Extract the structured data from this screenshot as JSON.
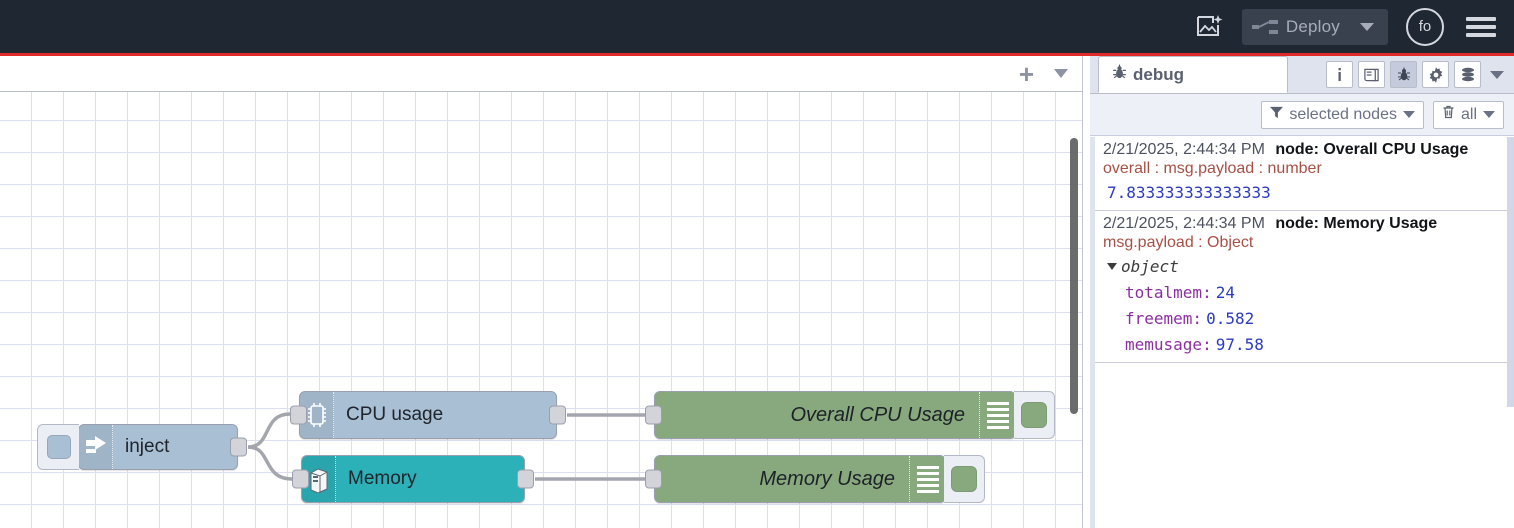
{
  "header": {
    "magic_icon": "image-sparkle-icon",
    "deploy_label": "Deploy",
    "deploy_icon": "deploy-node-icon",
    "avatar_initials": "fo",
    "menu_icon": "hamburger-menu-icon",
    "accent_color": "#e02a2a",
    "background_color": "#1f2733"
  },
  "workspace": {
    "add_tab_label": "+",
    "tab_menu_icon": "chevron-down-icon",
    "nodes": [
      {
        "id": "inject",
        "label": "inject",
        "icon": "arrow-right-icon",
        "color": "#a9c0d4"
      },
      {
        "id": "cpu",
        "label": "CPU usage",
        "icon": "cpu-chip-icon",
        "color": "#a9c0d4"
      },
      {
        "id": "memory",
        "label": "Memory",
        "icon": "server-tower-icon",
        "color": "#2cb1b8"
      },
      {
        "id": "debug1",
        "label": "Overall CPU Usage",
        "icon": "debug-lines-icon",
        "color": "#88a97e"
      },
      {
        "id": "debug2",
        "label": "Memory Usage",
        "icon": "debug-lines-icon",
        "color": "#88a97e"
      }
    ]
  },
  "sidebar": {
    "tab_label": "debug",
    "tab_icon": "bug-icon",
    "tools": [
      {
        "name": "info-icon",
        "glyph": "i",
        "active": false
      },
      {
        "name": "book-icon",
        "glyph": "▤",
        "active": false
      },
      {
        "name": "bug-icon",
        "glyph": "☢",
        "active": true
      },
      {
        "name": "gear-icon",
        "glyph": "⚙",
        "active": false
      },
      {
        "name": "database-icon",
        "glyph": "≡",
        "active": false
      }
    ],
    "tools_caret_icon": "chevron-down-icon",
    "filter": {
      "nodes_filter_label": "selected nodes",
      "nodes_filter_icon": "funnel-icon",
      "clear_label": "all",
      "clear_icon": "trash-icon",
      "caret_icon": "chevron-down-icon"
    },
    "messages": [
      {
        "timestamp": "2/21/2025, 2:44:34 PM",
        "node_label": "node: Overall CPU Usage",
        "topic": "overall : msg.payload : number",
        "kind": "value",
        "value": "7.833333333333333"
      },
      {
        "timestamp": "2/21/2025, 2:44:34 PM",
        "node_label": "node: Memory Usage",
        "topic": "msg.payload : Object",
        "kind": "object",
        "root_label": "object",
        "properties": [
          {
            "key": "totalmem:",
            "value": "24"
          },
          {
            "key": "freemem:",
            "value": "0.582"
          },
          {
            "key": "memusage:",
            "value": "97.58"
          }
        ]
      }
    ]
  }
}
